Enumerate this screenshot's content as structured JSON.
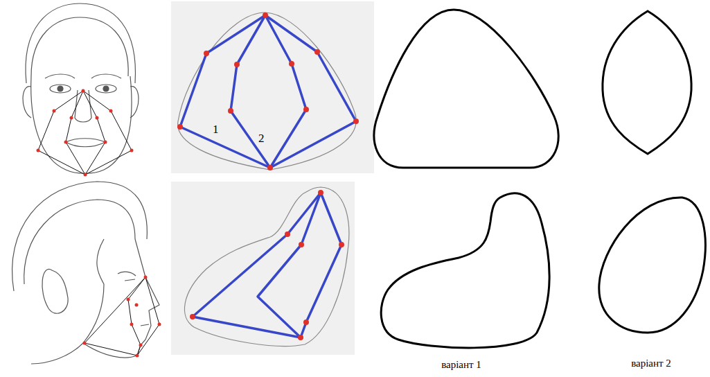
{
  "diagram": {
    "labels": [
      "1",
      "2",
      "варіант 1",
      "варіант 2"
    ]
  }
}
